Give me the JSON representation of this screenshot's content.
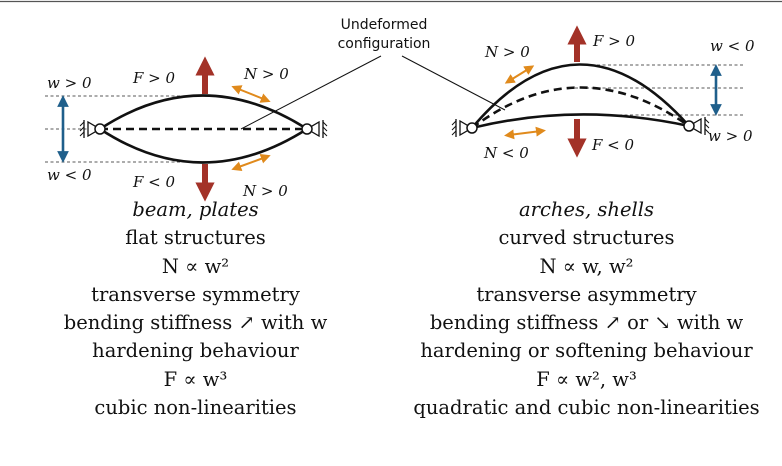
{
  "callout": {
    "line1": "Undeformed",
    "line2": "configuration"
  },
  "colors": {
    "red": "#a33228",
    "orange": "#e08a1c",
    "blue": "#1f5f8b",
    "black": "#111111"
  },
  "left": {
    "labels": {
      "w_pos": "w > 0",
      "w_neg": "w < 0",
      "F_pos": "F > 0",
      "F_neg": "F < 0",
      "N_top": "N > 0",
      "N_bot": "N > 0"
    },
    "text": [
      "beam, plates",
      "flat structures",
      "N ∝ w²",
      "transverse symmetry",
      "bending stiffness ↗ with w",
      "hardening behaviour",
      "F ∝ w³",
      "cubic non-linearities"
    ]
  },
  "right": {
    "labels": {
      "w_neg": "w < 0",
      "w_pos": "w > 0",
      "F_pos": "F > 0",
      "F_neg": "F < 0",
      "N_top": "N > 0",
      "N_bot": "N < 0"
    },
    "text": [
      "arches, shells",
      "curved structures",
      "N ∝ w, w²",
      "transverse asymmetry",
      "bending stiffness ↗ or ↘ with w",
      "hardening or softening behaviour",
      "F ∝ w², w³",
      "quadratic and cubic non-linearities"
    ]
  }
}
